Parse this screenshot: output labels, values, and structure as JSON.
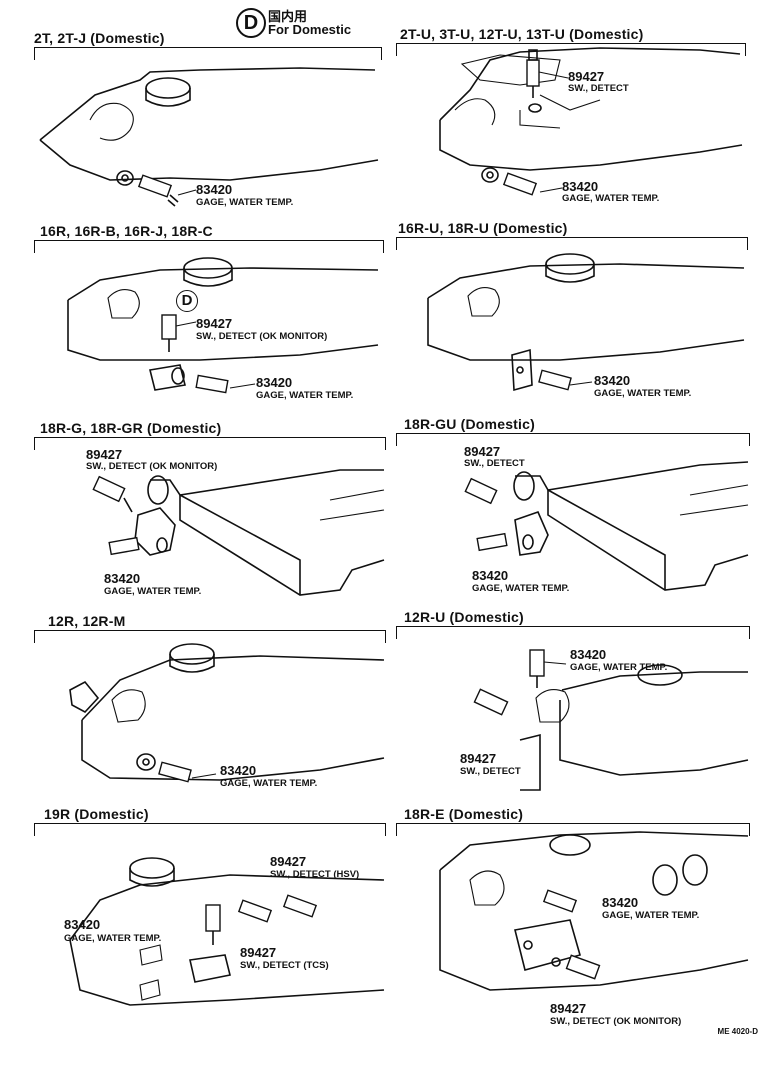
{
  "header": {
    "legend_mark": "D",
    "legend_jp": "国内用",
    "legend_en": "For  Domestic"
  },
  "panels": [
    {
      "title": "2T, 2T-J (Domestic)",
      "parts": [
        {
          "num": "83420",
          "desc": "GAGE, WATER TEMP."
        }
      ]
    },
    {
      "title": "2T-U, 3T-U, 12T-U, 13T-U (Domestic)",
      "parts": [
        {
          "num": "89427",
          "desc": "SW., DETECT"
        },
        {
          "num": "83420",
          "desc": "GAGE, WATER TEMP."
        }
      ]
    },
    {
      "title": "16R, 16R-B, 16R-J, 18R-C",
      "mark": "D",
      "parts": [
        {
          "num": "89427",
          "desc": "SW., DETECT (OK MONITOR)"
        },
        {
          "num": "83420",
          "desc": "GAGE, WATER TEMP."
        }
      ]
    },
    {
      "title": "16R-U, 18R-U (Domestic)",
      "parts": [
        {
          "num": "83420",
          "desc": "GAGE, WATER TEMP."
        }
      ]
    },
    {
      "title": "18R-G, 18R-GR (Domestic)",
      "parts": [
        {
          "num": "89427",
          "desc": "SW., DETECT (OK MONITOR)"
        },
        {
          "num": "83420",
          "desc": "GAGE, WATER TEMP."
        }
      ]
    },
    {
      "title": "18R-GU (Domestic)",
      "parts": [
        {
          "num": "89427",
          "desc": "SW., DETECT"
        },
        {
          "num": "83420",
          "desc": "GAGE, WATER TEMP."
        }
      ]
    },
    {
      "title": "12R, 12R-M",
      "parts": [
        {
          "num": "83420",
          "desc": "GAGE, WATER TEMP."
        }
      ]
    },
    {
      "title": "12R-U (Domestic)",
      "parts": [
        {
          "num": "83420",
          "desc": "GAGE, WATER TEMP."
        },
        {
          "num": "89427",
          "desc": "SW., DETECT"
        }
      ]
    },
    {
      "title": "19R (Domestic)",
      "parts": [
        {
          "num": "89427",
          "desc": "SW., DETECT (HSV)"
        },
        {
          "num": "83420",
          "desc": "GAGE, WATER TEMP."
        },
        {
          "num": "89427",
          "desc": "SW., DETECT (TCS)"
        }
      ]
    },
    {
      "title": "18R-E (Domestic)",
      "parts": [
        {
          "num": "83420",
          "desc": "GAGE, WATER TEMP."
        },
        {
          "num": "89427",
          "desc": "SW., DETECT (OK MONITOR)"
        }
      ]
    }
  ],
  "footer": {
    "ref": "ME 4020-D"
  }
}
